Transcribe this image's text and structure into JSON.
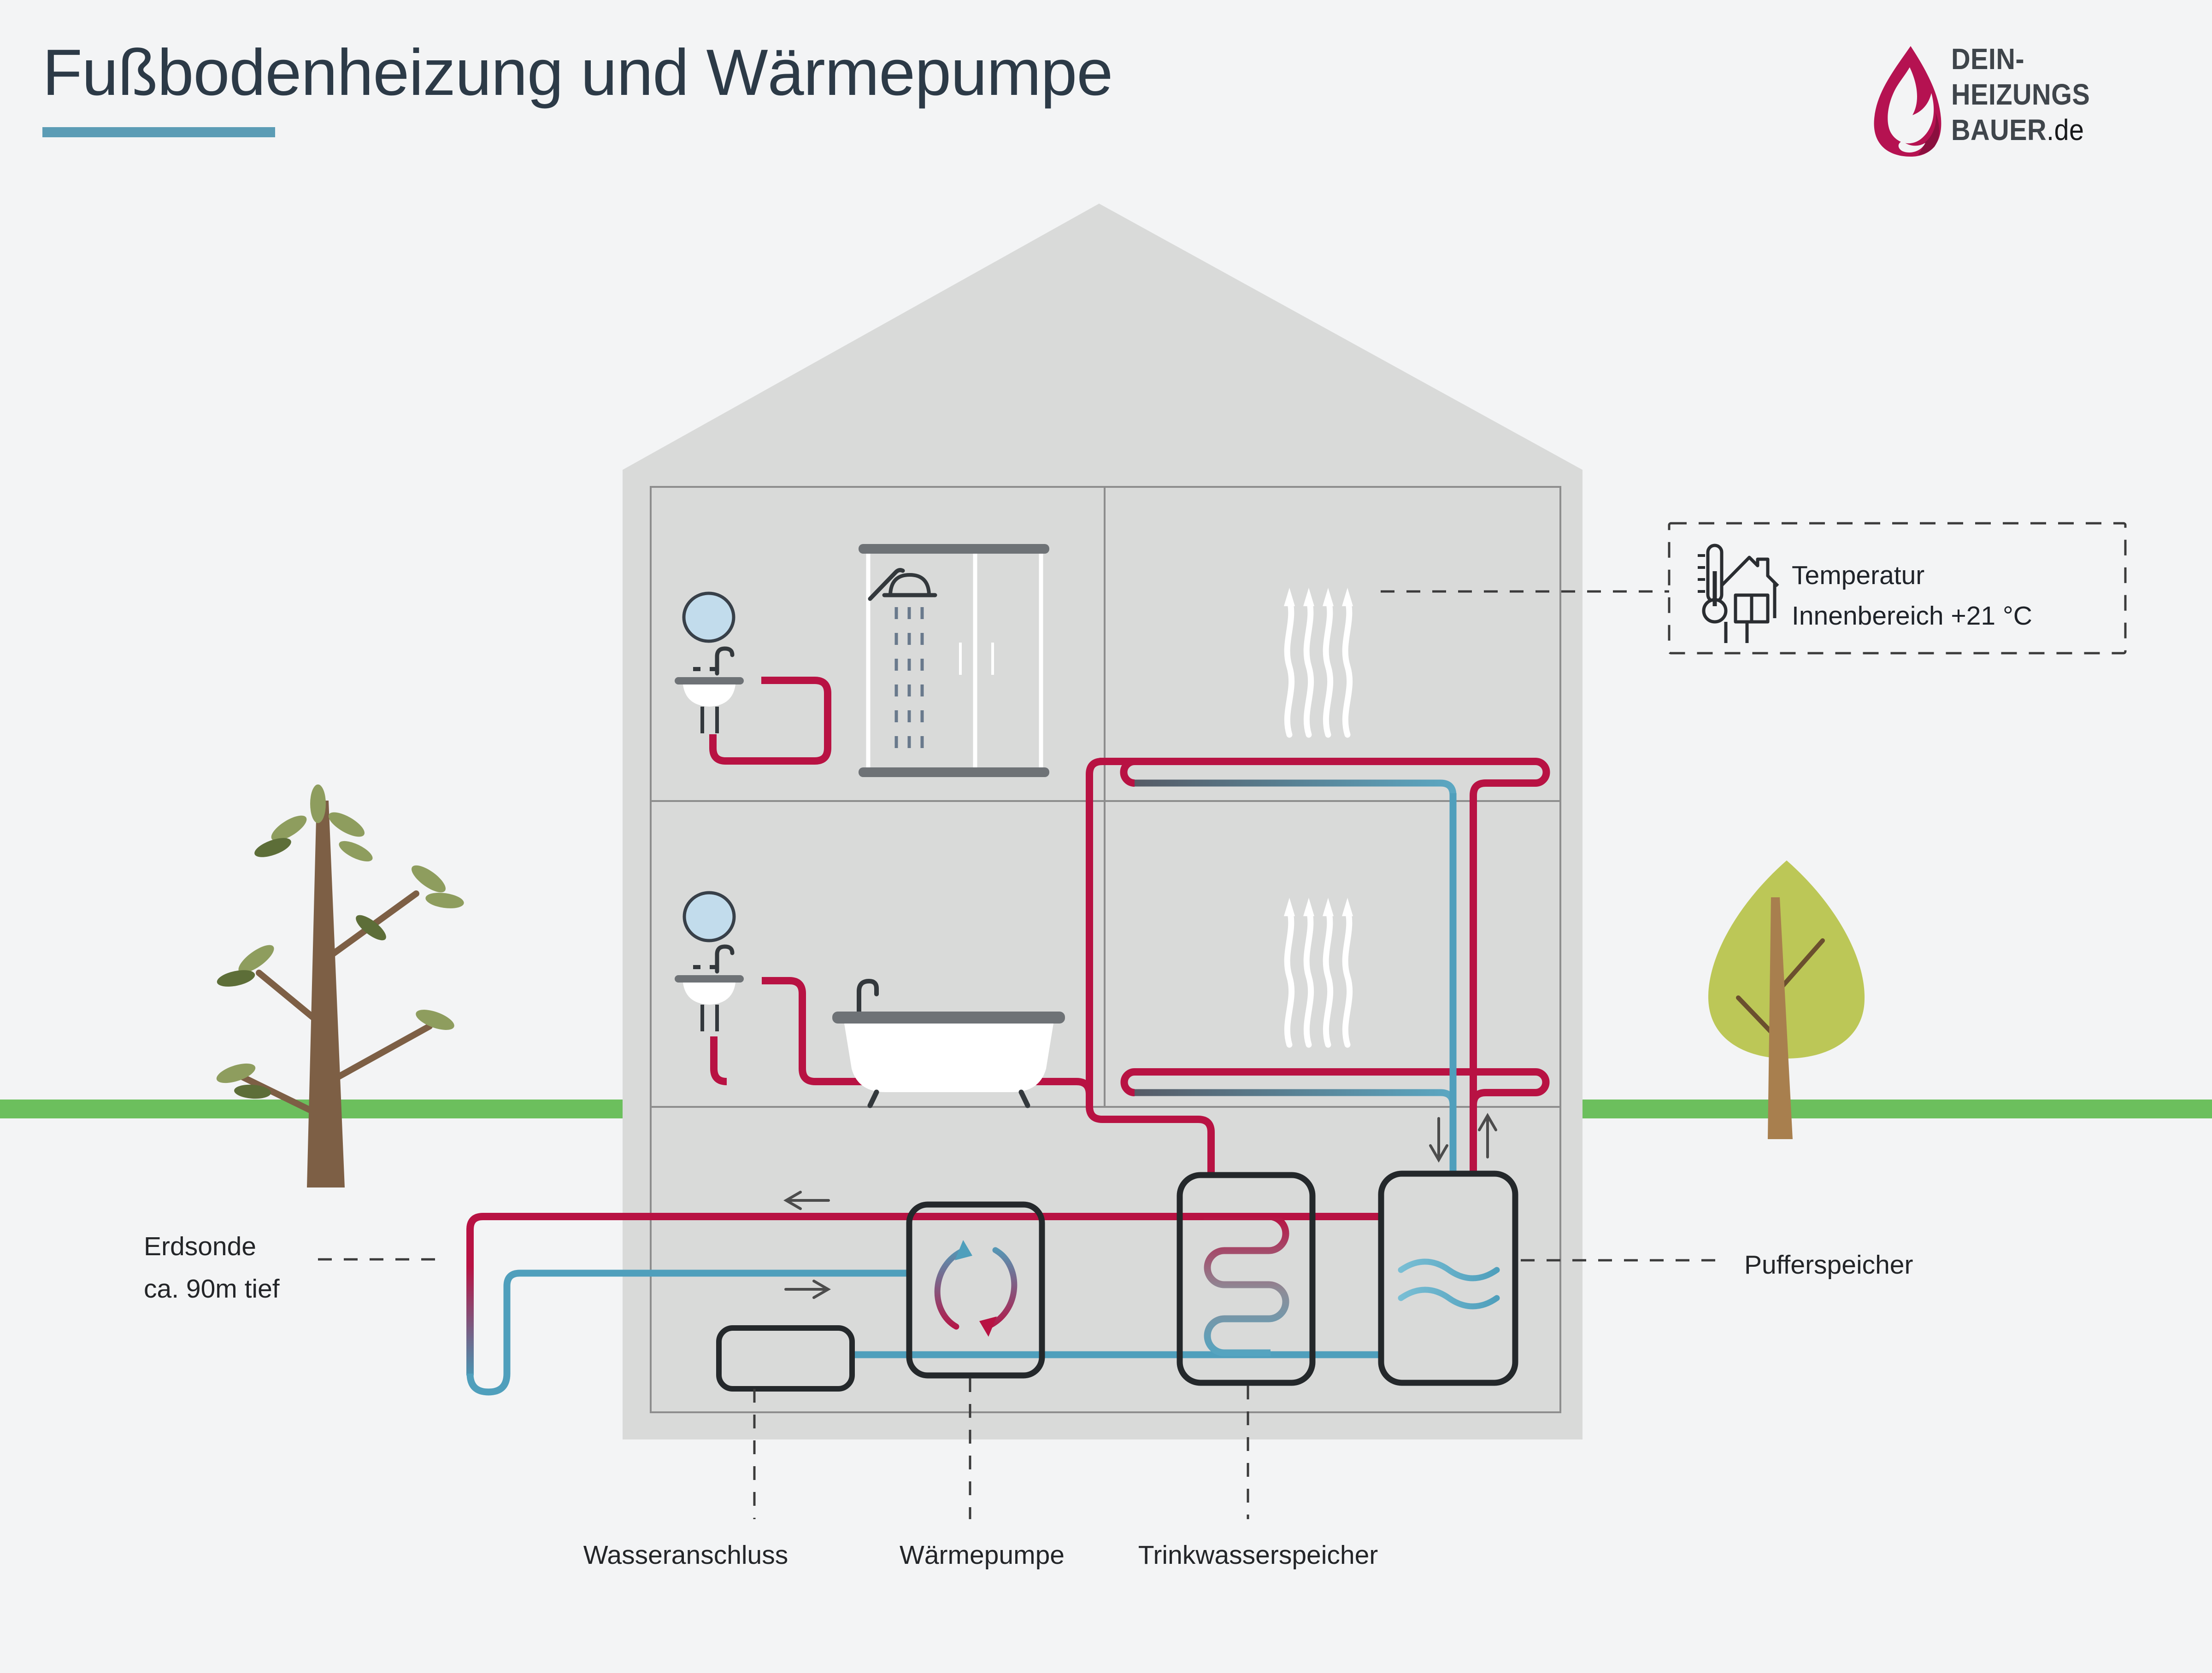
{
  "title": {
    "text": "Fußbodenheizung und Wärmepumpe",
    "underline_color": "#5b9cb5"
  },
  "logo": {
    "line1": "DEIN-",
    "line2": "HEIZUNGS",
    "line3_main": "BAUER",
    "line3_suffix": ".de",
    "flame_color": "#b51251",
    "text_color": "#3f454b"
  },
  "callouts": {
    "temperature": {
      "line1": "Temperatur",
      "line2": "Innenbereich +21 °C"
    },
    "erdsonde": {
      "line1": "Erdsonde",
      "line2": "ca. 90m tief"
    },
    "pufferspeicher": {
      "label": "Pufferspeicher"
    },
    "wasseranschluss": {
      "label": "Wasseranschluss"
    },
    "waermepumpe": {
      "label": "Wärmepumpe"
    },
    "trinkwasserspeicher": {
      "label": "Trinkwasserspeicher"
    }
  },
  "icons": {
    "flame-icon": "brand flame drop",
    "thermometer-house-icon": "thermometer in front of house",
    "heat-wave-icon": "rising warm air arrows",
    "circulation-arrows-icon": "heat pump circulation arrows"
  },
  "colors": {
    "background": "#f3f4f5",
    "house_gray": "#d9dad9",
    "interior_line": "#8d8d8d",
    "pipe_hot": "#b81243",
    "pipe_cold": "#4f9fbc",
    "ground_green": "#6cbf5d",
    "title_text": "#2c3a47",
    "label_text": "#232528",
    "fixture_gray": "#6e7276",
    "fixture_dark": "#33383c",
    "tree_leaf_light": "#8e9d5e",
    "tree_leaf_dark": "#5d6e38",
    "tree_trunk_left": "#7d5f45",
    "tree_canopy_right": "#bcc757",
    "tree_trunk_right": "#a87f4e"
  }
}
